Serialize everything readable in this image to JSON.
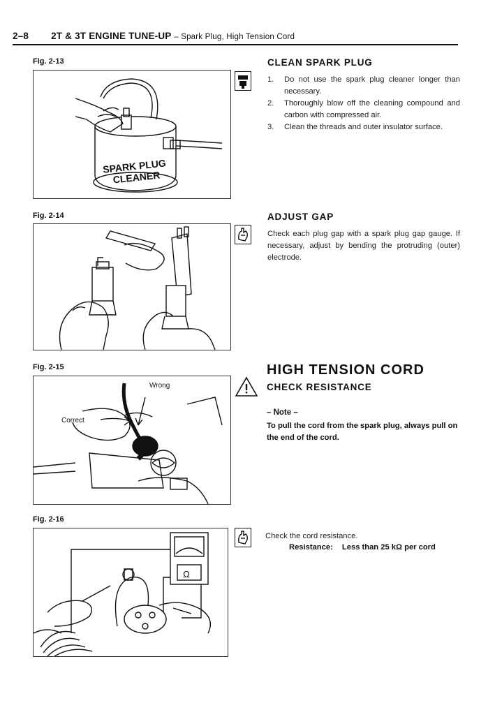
{
  "header": {
    "page_number": "2–8",
    "title": "2T & 3T ENGINE TUNE-UP",
    "subtitle": "– Spark Plug, High Tension Cord"
  },
  "figures": [
    {
      "label": "Fig. 2-13",
      "text": [
        "SPARK PLUG",
        "CLEANER"
      ]
    },
    {
      "label": "Fig. 2-14"
    },
    {
      "label": "Fig. 2-15",
      "wrong_label": "Wrong",
      "correct_label": "Correct"
    },
    {
      "label": "Fig. 2-16",
      "meter_symbol": "Ω"
    }
  ],
  "clean_spark_plug": {
    "heading": "CLEAN SPARK PLUG",
    "icon": "cleaning-tool-icon",
    "steps": [
      {
        "num": "1.",
        "text": "Do not use the spark plug cleaner longer than necessary."
      },
      {
        "num": "2.",
        "text": "Thoroughly blow off the cleaning compound and carbon with compressed air."
      },
      {
        "num": "3.",
        "text": "Clean the threads and outer insulator surface."
      }
    ]
  },
  "adjust_gap": {
    "heading": "ADJUST GAP",
    "icon": "hand-adjust-icon",
    "text": "Check each plug gap with a spark plug gap gauge. If necessary, adjust by bending the protruding (outer) electrode."
  },
  "high_tension_cord": {
    "heading": "HIGH TENSION CORD",
    "subheading": "CHECK RESISTANCE",
    "icon": "warning-triangle-icon",
    "note_heading": "– Note –",
    "note_text": "To pull the cord from the spark plug, always pull on the end of the cord."
  },
  "cord_resistance": {
    "icon": "hand-adjust-icon",
    "text": "Check the cord resistance.",
    "spec_label": "Resistance:",
    "spec_value": "Less than 25 kΩ per cord"
  }
}
